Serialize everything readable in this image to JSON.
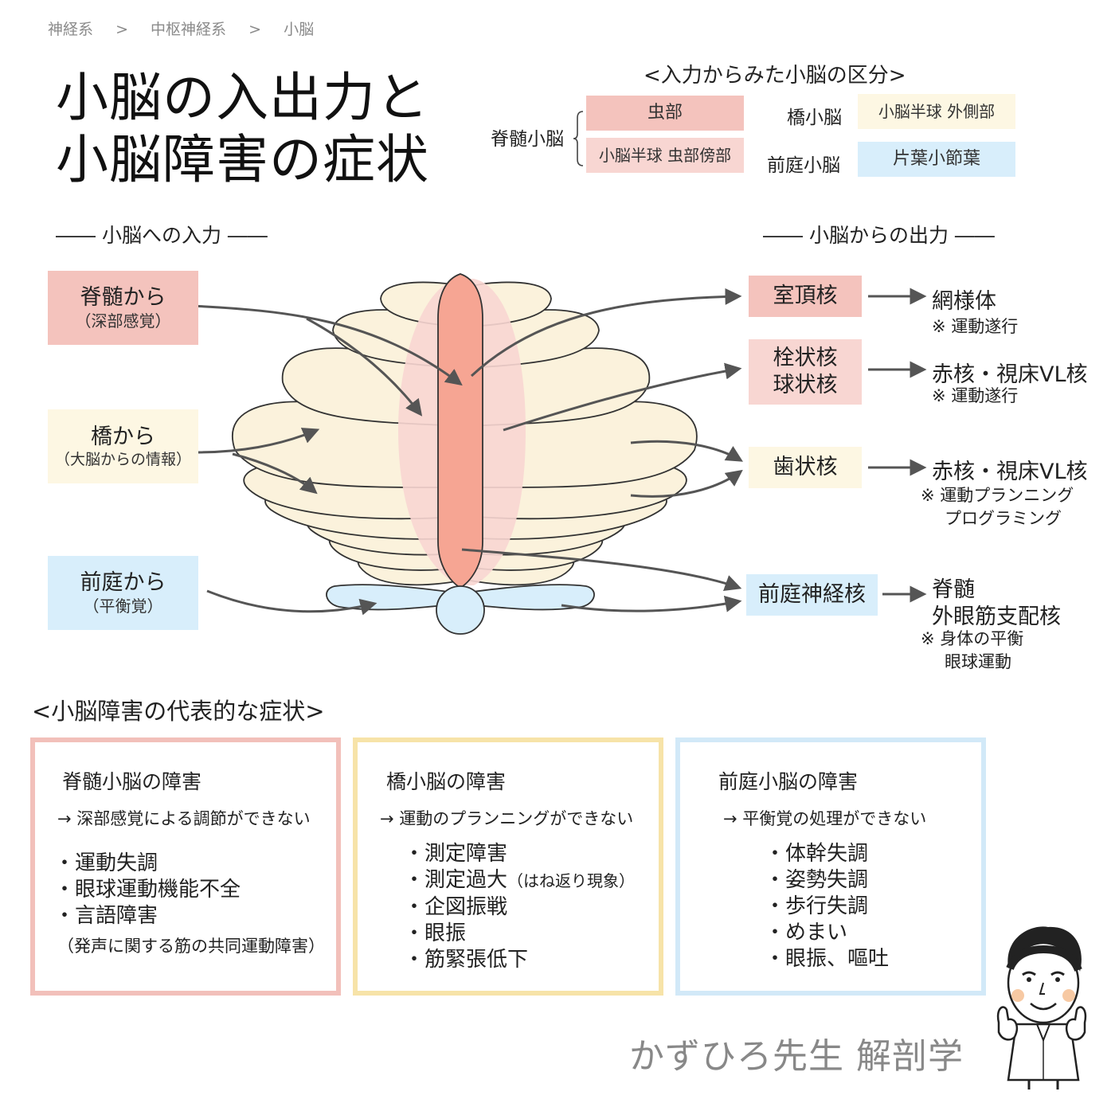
{
  "breadcrumb": [
    "神経系",
    "中枢神経系",
    "小脳"
  ],
  "breadcrumb_sep": ">",
  "title": [
    "小脳の入出力と",
    "小脳障害の症状"
  ],
  "division": {
    "heading": "<入力からみた小脳の区分>",
    "spinal_label": "脊髄小脳",
    "vermis": "虫部",
    "paravermis": "小脳半球 虫部傍部",
    "ponto_label": "橋小脳",
    "lateral": "小脳半球 外側部",
    "vestibulo_label": "前庭小脳",
    "flocculo": "片葉小節葉"
  },
  "input": {
    "heading": "―― 小脳への入力 ――",
    "spinal": {
      "main": "脊髄から",
      "sub": "（深部感覚）"
    },
    "pons": {
      "main": "橋から",
      "sub": "（大脳からの情報）"
    },
    "vestibular": {
      "main": "前庭から",
      "sub": "（平衡覚）"
    }
  },
  "output": {
    "heading": "―― 小脳からの出力 ――",
    "fastigial": {
      "box": "室頂核",
      "target": "網様体",
      "note": "※ 運動遂行"
    },
    "interposed": {
      "box1": "栓状核",
      "box2": "球状核",
      "target": "赤核・視床VL核",
      "note": "※ 運動遂行"
    },
    "dentate": {
      "box": "歯状核",
      "target": "赤核・視床VL核",
      "note1": "※ 運動プランニング",
      "note2": "プログラミング"
    },
    "vestibular": {
      "box": "前庭神経核",
      "target1": "脊髄",
      "target2": "外眼筋支配核",
      "note1": "※ 身体の平衡",
      "note2": "眼球運動"
    }
  },
  "symptoms": {
    "heading": "<小脳障害の代表的な症状>",
    "spinal": {
      "title": "脊髄小脳の障害",
      "desc": "→ 深部感覚による調節ができない",
      "items": [
        "・運動失調",
        "・眼球運動機能不全",
        "・言語障害"
      ],
      "note": "（発声に関する筋の共同運動障害）"
    },
    "ponto": {
      "title": "橋小脳の障害",
      "desc": "→ 運動のプランニングができない",
      "items": [
        "・測定障害",
        "・測定過大",
        "・企図振戦",
        "・眼振",
        "・筋緊張低下"
      ],
      "item2_note": "（はね返り現象）"
    },
    "vestibulo": {
      "title": "前庭小脳の障害",
      "desc": "→ 平衡覚の処理ができない",
      "items": [
        "・体幹失調",
        "・姿勢失調",
        "・歩行失調",
        "・めまい",
        "・眼振、嘔吐"
      ]
    }
  },
  "brand": "かずひろ先生 解剖学",
  "colors": {
    "spinal": "#f4c3bd",
    "pons": "#fdf7e3",
    "vestibular": "#d8eefb",
    "vermis": "#f6a593",
    "cerebellum": "#fbf2dc",
    "arrow": "#555555",
    "panel_pink": "#f2c0ba",
    "panel_yellow": "#f7e3a8",
    "panel_blue": "#d2e9f8"
  },
  "icons": [
    "right-arrow-icon",
    "brace-icon",
    "teacher-avatar-icon"
  ]
}
